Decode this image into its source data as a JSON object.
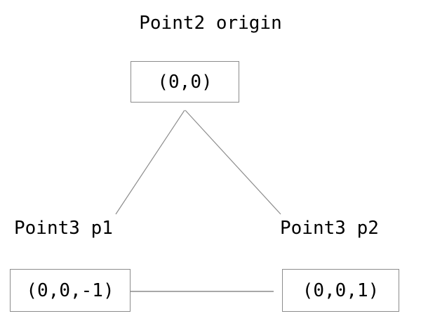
{
  "diagram": {
    "title": "Point2 origin",
    "background_color": "#ffffff",
    "text_color": "#000000",
    "edge_color": "#8c8c8c",
    "border_color": "#8c8c8c",
    "nodes": [
      {
        "id": "origin",
        "label": "Point2 origin",
        "value": "(0,0)"
      },
      {
        "id": "p1",
        "label": "Point3 p1",
        "value": "(0,0,-1)"
      },
      {
        "id": "p2",
        "label": "Point3 p2",
        "value": "(0,0,1)"
      }
    ],
    "edges": [
      {
        "from": "origin",
        "to": "p1"
      },
      {
        "from": "origin",
        "to": "p2"
      },
      {
        "from": "p1",
        "to": "p2"
      }
    ]
  }
}
